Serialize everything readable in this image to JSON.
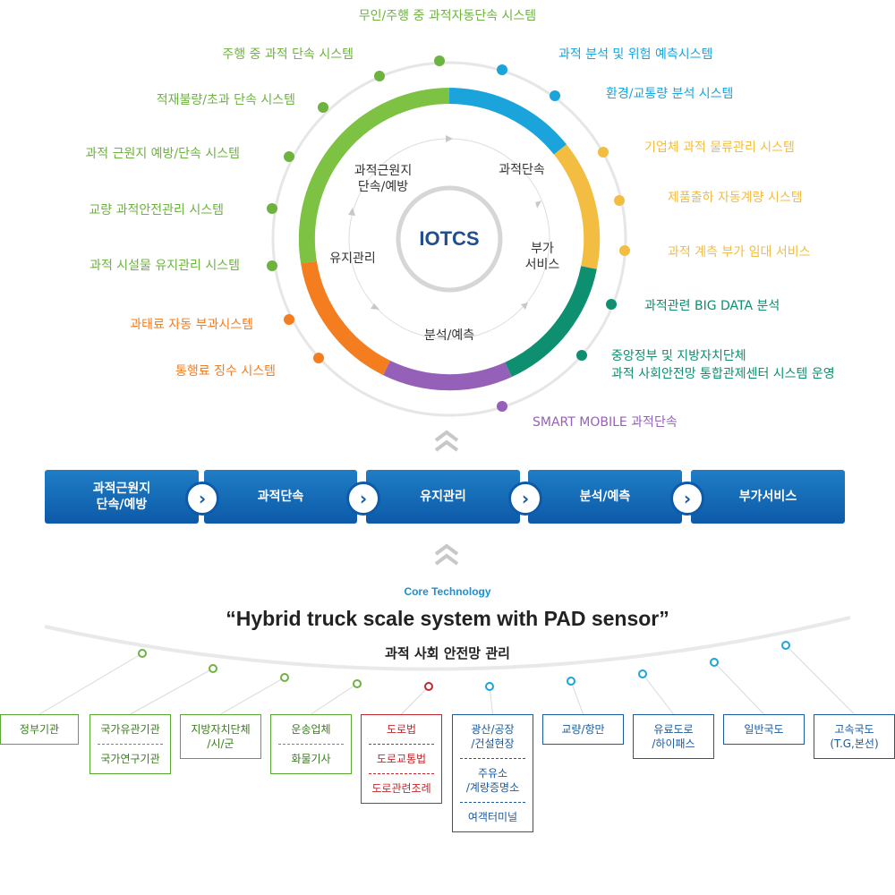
{
  "center": "IOTCS",
  "inner_labels": {
    "prevent": "과적근원지\n단속/예방",
    "enforce": "과적단속",
    "service": "부가\n서비스",
    "analysis": "분석/예측",
    "maintain": "유지관리"
  },
  "outer_items": [
    {
      "text": "무인/주행 중 과적자동단속 시스템",
      "color": "#6db33f"
    },
    {
      "text": "주행 중 과적 단속 시스템",
      "color": "#6db33f"
    },
    {
      "text": "적재불량/초과 단속 시스템",
      "color": "#6db33f"
    },
    {
      "text": "과적 근원지 예방/단속 시스템",
      "color": "#6db33f"
    },
    {
      "text": "교량 과적안전관리 시스템",
      "color": "#6db33f"
    },
    {
      "text": "과적 시설물 유지관리 시스템",
      "color": "#6db33f"
    },
    {
      "text": "과태료 자동 부과시스템",
      "color": "#f47d20"
    },
    {
      "text": "통행료 징수 시스템",
      "color": "#f47d20"
    },
    {
      "text": "과적 분석 및 위험 예측시스템",
      "color": "#1ba3dc"
    },
    {
      "text": "환경/교통량 분석 시스템",
      "color": "#1ba3dc"
    },
    {
      "text": "기업체 과적 물류관리 시스템",
      "color": "#f2bd41"
    },
    {
      "text": "제품출하 자동계량 시스템",
      "color": "#f2bd41"
    },
    {
      "text": "과적 계측 부가 임대 서비스",
      "color": "#f2bd41"
    },
    {
      "text": "과적관련 BIG DATA 분석",
      "color": "#0e8f70"
    },
    {
      "text": "중앙정부 및 지방자치단체\n과적 사회안전망 통합관제센터 시스템 운영",
      "color": "#0e8f70"
    },
    {
      "text": "SMART MOBILE 과적단속",
      "color": "#9560b8"
    }
  ],
  "flow": [
    "과적근원지\n단속/예방",
    "과적단속",
    "유지관리",
    "분석/예측",
    "부가서비스"
  ],
  "arrow_glyph": "›",
  "core_tech": "Core Technology",
  "hybrid_title": "“Hybrid truck scale system with PAD sensor”",
  "safety_title": "과적 사회 안전망 관리",
  "boxes": [
    {
      "type": "green",
      "cells": [
        "정부기관"
      ]
    },
    {
      "type": "green",
      "cells": [
        "국가유관기관",
        "국가연구기관"
      ]
    },
    {
      "type": "green",
      "cells": [
        "지방자치단체\n/시/군"
      ]
    },
    {
      "type": "green",
      "cells": [
        "운송업체",
        "화물기사"
      ]
    },
    {
      "type": "red",
      "cells": [
        "도로법",
        "도로교통법",
        "도로관련조례"
      ]
    },
    {
      "type": "blue",
      "cells": [
        "광산/공장\n/건설현장",
        "주유소\n/계량증명소",
        "여객터미널"
      ]
    },
    {
      "type": "blue",
      "cells": [
        "교량/항만"
      ]
    },
    {
      "type": "blue",
      "cells": [
        "유료도로\n/하이패스"
      ]
    },
    {
      "type": "blue",
      "cells": [
        "일반국도"
      ]
    },
    {
      "type": "blue",
      "cells": [
        "고속국도\n(T.G,본선)"
      ]
    }
  ],
  "colors": {
    "green": "#6db33f",
    "blue": "#1ba3dc",
    "yellow": "#f2bd41",
    "teal": "#0e8f70",
    "purple": "#9560b8",
    "orange": "#f47d20",
    "navy": "#1a5aa0"
  }
}
